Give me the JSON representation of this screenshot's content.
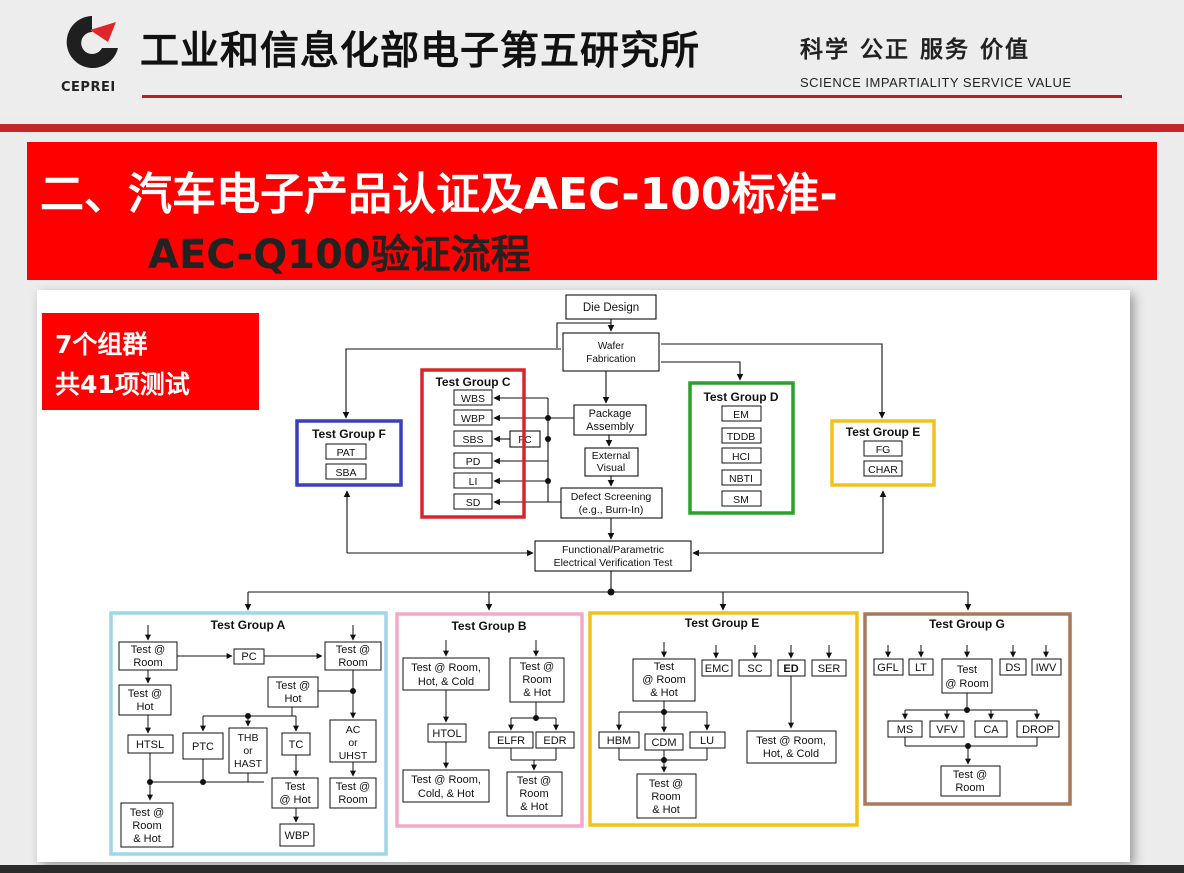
{
  "header": {
    "logo_text": "CEPREI",
    "org_name": "工业和信息化部电子第五研究所",
    "motto_cn": "科学  公正  服务  价值",
    "motto_en": "SCIENCE   IMPARTIALITY   SERVICE   VALUE"
  },
  "title": {
    "line1": "二、汽车电子产品认证及AEC-100标准-",
    "line2": "AEC-Q100验证流程"
  },
  "callout": {
    "line1": "7个组群",
    "line2": "共41项测试"
  },
  "colors": {
    "brand_red": "#ff0000",
    "group_f": "#3a3fbd",
    "group_c": "#d6262b",
    "group_d": "#2aa12a",
    "group_e": "#f2c21b",
    "group_a": "#9fd6e8",
    "group_b": "#f5a9c8",
    "group_g": "#a8795a"
  },
  "flow": {
    "die_design": "Die Design",
    "wafer": [
      "Wafer",
      "Fabrication"
    ],
    "package": [
      "Package",
      "Assembly"
    ],
    "external": [
      "External",
      "Visual"
    ],
    "defect": [
      "Defect Screening",
      "(e.g., Burn-In)"
    ],
    "functional": [
      "Functional/Parametric",
      "Electrical Verification Test"
    ],
    "fc": "FC"
  },
  "group_f": {
    "title": "Test Group F",
    "items": [
      "PAT",
      "SBA"
    ]
  },
  "group_c": {
    "title": "Test Group C",
    "items": [
      "WBS",
      "WBP",
      "SBS",
      "PD",
      "LI",
      "SD"
    ]
  },
  "group_d": {
    "title": "Test Group D",
    "items": [
      "EM",
      "TDDB",
      "HCI",
      "NBTI",
      "SM"
    ]
  },
  "group_e_top": {
    "title": "Test Group E",
    "items": [
      "FG",
      "CHAR"
    ]
  },
  "group_a": {
    "title": "Test Group A",
    "room1": [
      "Test @",
      "Room"
    ],
    "pc": "PC",
    "room2": [
      "Test @",
      "Room"
    ],
    "hot1": [
      "Test @",
      "Hot"
    ],
    "hot2": [
      "Test @",
      "Hot"
    ],
    "htsl": "HTSL",
    "ptc": "PTC",
    "thb": [
      "THB",
      "or",
      "HAST"
    ],
    "tc": "TC",
    "ac": [
      "AC",
      "or",
      "UHST"
    ],
    "hot3": [
      "Test",
      "@ Hot"
    ],
    "room3": [
      "Test @",
      "Room"
    ],
    "rh": [
      "Test @",
      "Room",
      "& Hot"
    ],
    "wbp": "WBP"
  },
  "group_b": {
    "title": "Test Group B",
    "rhc": [
      "Test @ Room,",
      "Hot, & Cold"
    ],
    "rh1": [
      "Test @",
      "Room",
      "& Hot"
    ],
    "htol": "HTOL",
    "elfr": "ELFR",
    "edr": "EDR",
    "rch": [
      "Test @ Room,",
      "Cold, & Hot"
    ],
    "rh2": [
      "Test @",
      "Room",
      "& Hot"
    ]
  },
  "group_e": {
    "title": "Test Group E",
    "rh1": [
      "Test",
      "@ Room",
      "& Hot"
    ],
    "emc": "EMC",
    "sc": "SC",
    "ed": "ED",
    "ser": "SER",
    "hbm": "HBM",
    "cdm": "CDM",
    "lu": "LU",
    "rhc": [
      "Test @ Room,",
      "Hot, & Cold"
    ],
    "rh2": [
      "Test @",
      "Room",
      "& Hot"
    ]
  },
  "group_g": {
    "title": "Test Group G",
    "top": [
      "GFL",
      "LT",
      "DS",
      "IWV"
    ],
    "room1": [
      "Test",
      "@ Room"
    ],
    "mid": [
      "MS",
      "VFV",
      "CA",
      "DROP"
    ],
    "room2": [
      "Test @",
      "Room"
    ]
  }
}
